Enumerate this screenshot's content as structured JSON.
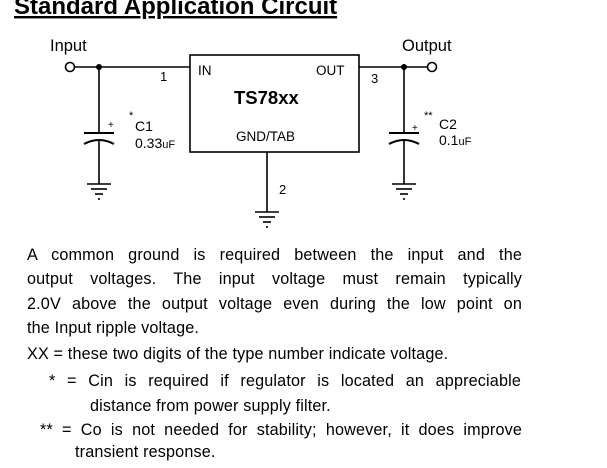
{
  "heading": "Standard Application Circuit",
  "circuit": {
    "input_label": "Input",
    "output_label": "Output",
    "ic_name": "TS78xx",
    "pin_in": "IN",
    "pin_out": "OUT",
    "pin_gnd": "GND/TAB",
    "pin1": "1",
    "pin2": "2",
    "pin3": "3",
    "c1": {
      "mark": "*",
      "name": "C1",
      "value": "0.33",
      "unit": "uF",
      "plus": "+"
    },
    "c2": {
      "mark": "**",
      "name": "C2",
      "value": "0.1",
      "unit": "uF",
      "plus": "+"
    }
  },
  "notes": {
    "paragraph": [
      "A common ground is required between the input and the",
      "output voltages. The input voltage must remain typically",
      "2.0V above the output voltage even during the low point on",
      "the Input ripple voltage."
    ],
    "xx_note": "XX = these two digits of the type number indicate voltage.",
    "cin_note": [
      "* = Cin is required if regulator is located an appreciable",
      "distance from power supply filter."
    ],
    "co_note": [
      "** = Co is not needed for stability; however, it does improve",
      "transient response."
    ]
  }
}
